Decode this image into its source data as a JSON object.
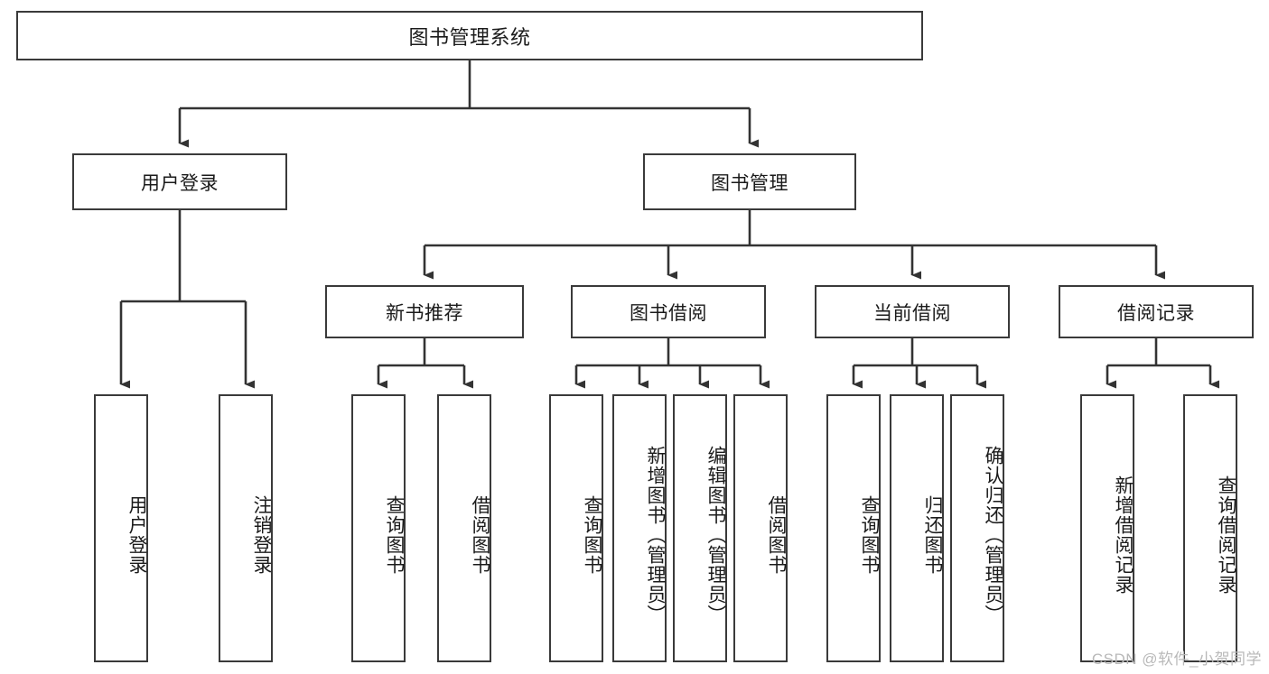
{
  "diagram": {
    "type": "tree",
    "title": "图书管理系统",
    "watermark": "CSDN @软件_小贺同学",
    "colors": {
      "border": "#3a3a3a",
      "background": "#ffffff",
      "text": "#1b1b1b",
      "edge": "#333333",
      "watermark": "#b9b9b9"
    },
    "nodes": {
      "root": {
        "label": "图书管理系统"
      },
      "level1": [
        {
          "label": "用户登录"
        },
        {
          "label": "图书管理"
        }
      ],
      "level2": [
        {
          "label": "新书推荐"
        },
        {
          "label": "图书借阅"
        },
        {
          "label": "当前借阅"
        },
        {
          "label": "借阅记录"
        }
      ],
      "leaves": {
        "user_login": [
          {
            "label": "用户登录"
          },
          {
            "label": "注销登录"
          }
        ],
        "new_book": [
          {
            "label": "查询图书"
          },
          {
            "label": "借阅图书"
          }
        ],
        "book_borrow": [
          {
            "label": "查询图书"
          },
          {
            "label": "新增图书（管理员）"
          },
          {
            "label": "编辑图书（管理员）"
          },
          {
            "label": "借阅图书"
          }
        ],
        "current_borrow": [
          {
            "label": "查询图书"
          },
          {
            "label": "归还图书"
          },
          {
            "label": "确认归还（管理员）"
          }
        ],
        "borrow_record": [
          {
            "label": "新增借阅记录"
          },
          {
            "label": "查询借阅记录"
          }
        ]
      }
    }
  }
}
